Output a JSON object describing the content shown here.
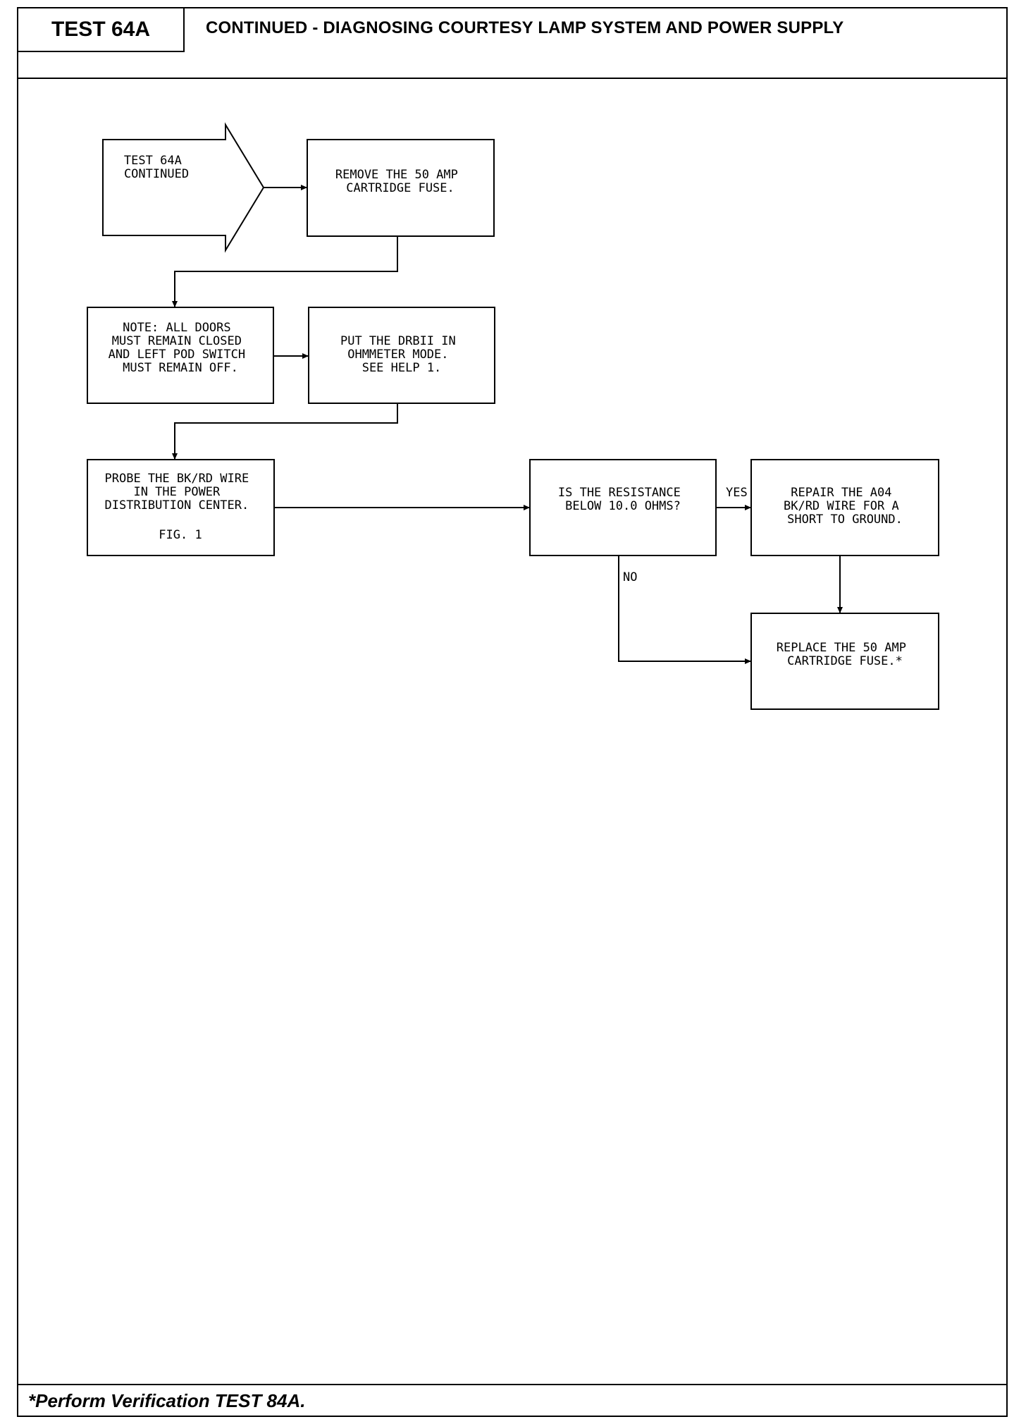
{
  "header": {
    "test_id": "TEST 64A",
    "title": "CONTINUED - DIAGNOSING COURTESY LAMP SYSTEM AND POWER SUPPLY"
  },
  "footer": {
    "note": "*Perform Verification TEST 84A."
  },
  "flowchart": {
    "start": [
      "TEST 64A",
      "CONTINUED"
    ],
    "steps": {
      "remove_fuse": [
        "REMOVE THE 50 AMP",
        "CARTRIDGE FUSE."
      ],
      "note": [
        "NOTE:  ALL DOORS",
        "MUST REMAIN CLOSED",
        "AND LEFT POD SWITCH",
        "MUST REMAIN OFF."
      ],
      "drbii": [
        "PUT THE DRBII IN",
        "OHMMETER MODE.",
        "SEE HELP 1."
      ],
      "probe": [
        "PROBE THE BK/RD WIRE",
        "IN THE POWER",
        "DISTRIBUTION CENTER.",
        "",
        "FIG. 1"
      ],
      "decision": [
        "IS THE RESISTANCE",
        "BELOW 10.0 OHMS?"
      ],
      "repair": [
        "REPAIR THE A04",
        "BK/RD WIRE FOR A",
        "SHORT TO GROUND."
      ],
      "replace": [
        "REPLACE THE 50 AMP",
        "CARTRIDGE FUSE.*"
      ]
    },
    "labels": {
      "yes": "YES",
      "no": "NO"
    }
  }
}
